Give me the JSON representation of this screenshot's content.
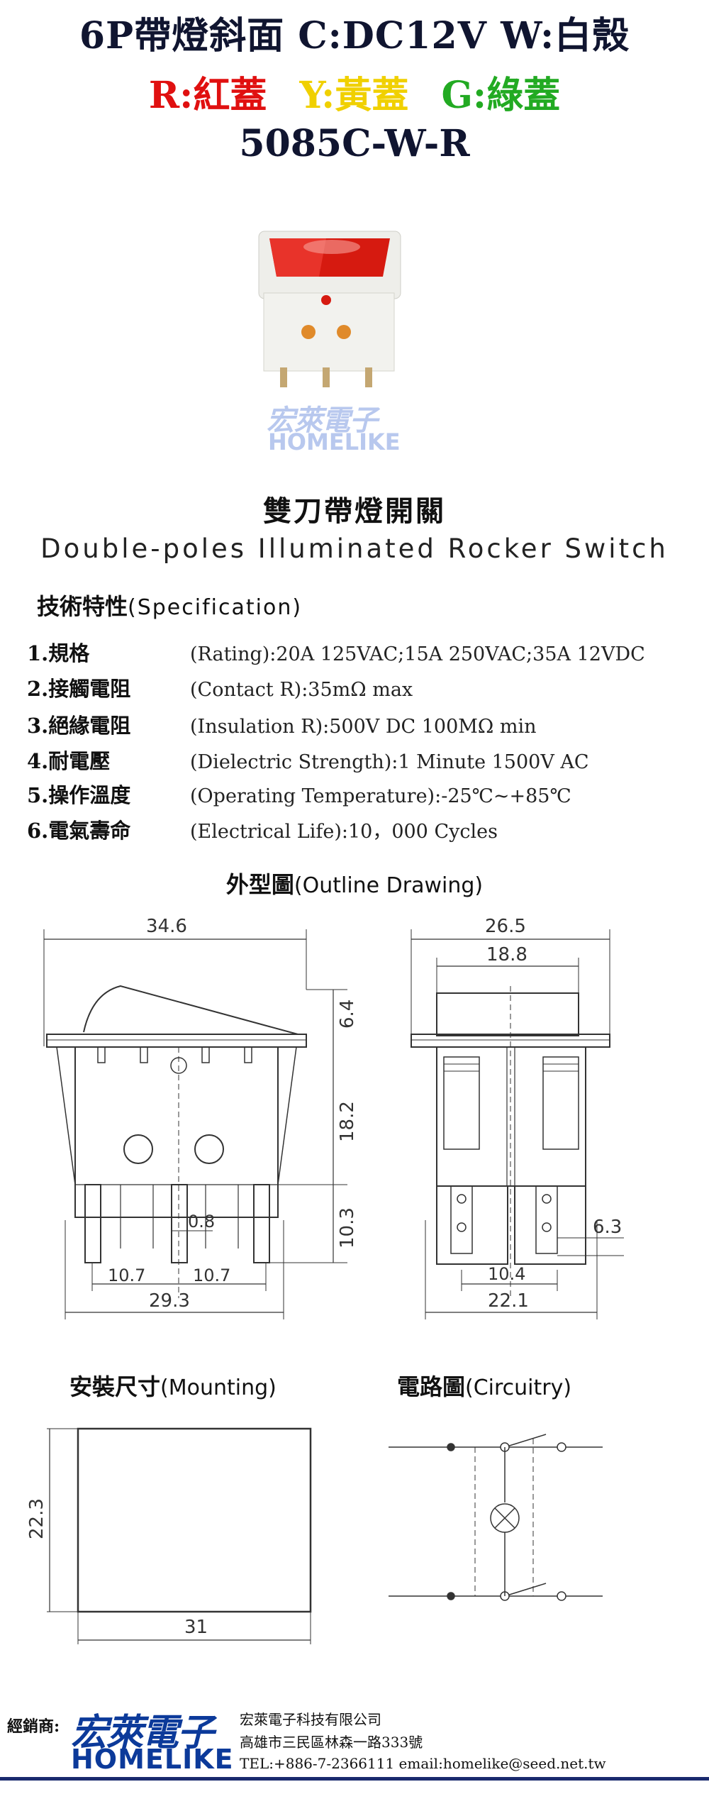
{
  "header": {
    "line1": "6P帶燈斜面 C:DC12V W:白殼",
    "line2": [
      {
        "text": "R:紅蓋",
        "color": "#e01010"
      },
      {
        "text": "Y:黃蓋",
        "color": "#f0d000"
      },
      {
        "text": "G:綠蓋",
        "color": "#22aa22"
      }
    ],
    "model": "5085C-W-R"
  },
  "watermark": {
    "cn": "宏萊電子",
    "en": "HOMELIKE"
  },
  "section": {
    "cn": "雙刀帶燈開關",
    "en": "Double-poles Illuminated Rocker Switch"
  },
  "spec": {
    "title_cn": "技術特性",
    "title_en": "(Specification)",
    "rows": [
      {
        "cn": "1.規格",
        "val": "(Rating):20A 125VAC;15A 250VAC;35A 12VDC"
      },
      {
        "cn": "2.接觸電阻",
        "val": "(Contact R):35mΩ   max"
      },
      {
        "cn": "3.絕緣電阻",
        "val": "(Insulation R):500V DC  100MΩ min"
      },
      {
        "cn": "4.耐電壓",
        "val": "(Dielectric Strength):1 Minute 1500V AC"
      },
      {
        "cn": "5.操作溫度",
        "val": "(Operating Temperature):-25℃~+85℃"
      },
      {
        "cn": "6.電氣壽命",
        "val": "(Electrical Life):10，000 Cycles"
      }
    ]
  },
  "outline": {
    "title_cn": "外型圖",
    "title_en": "(Outline Drawing)",
    "dims_front": {
      "width": "34.6",
      "top": "6.4",
      "body": "18.2",
      "pins": "10.3",
      "pin_w": "0.8",
      "span1": "10.7",
      "span2": "10.7",
      "base": "29.3"
    },
    "dims_side": {
      "width": "26.5",
      "inner": "18.8",
      "pin_gap": "6.3",
      "pin_span": "10.4",
      "base": "22.1"
    }
  },
  "mounting": {
    "title_cn": "安裝尺寸",
    "title_en": "(Mounting)",
    "height": "22.3",
    "width": "31"
  },
  "circuitry": {
    "title_cn": "電路圖",
    "title_en": "(Circuitry)"
  },
  "footer": {
    "dealer": "經銷商:",
    "logo_cn": "宏萊電子",
    "logo_en": "HOMELIKE",
    "company": "宏萊電子科技有限公司",
    "address": "高雄市三民區林森一路333號",
    "contact": "TEL:+886-7-2366111   email:homelike@seed.net.tw"
  }
}
